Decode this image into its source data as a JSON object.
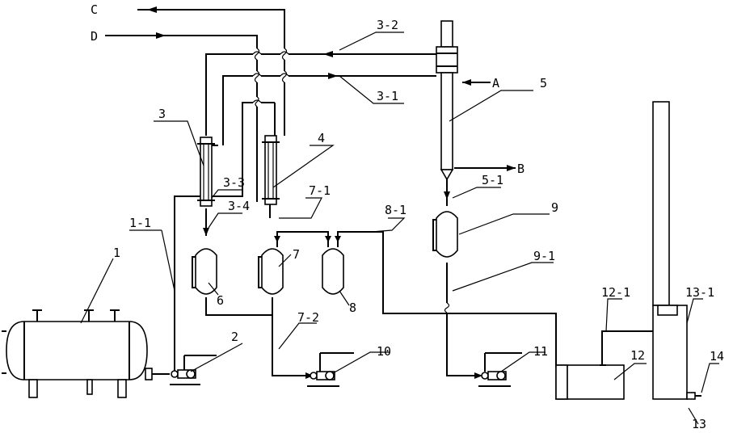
{
  "streams": {
    "C": "C",
    "D": "D",
    "A": "A",
    "B": "B"
  },
  "labels": {
    "l1": "1",
    "l1_1": "1-1",
    "l2": "2",
    "l3": "3",
    "l3_1": "3-1",
    "l3_2": "3-2",
    "l3_3": "3-3",
    "l3_4": "3-4",
    "l4": "4",
    "l5": "5",
    "l5_1": "5-1",
    "l6": "6",
    "l7": "7",
    "l7_1": "7-1",
    "l7_2": "7-2",
    "l8": "8",
    "l8_1": "8-1",
    "l9": "9",
    "l9_1": "9-1",
    "l10": "10",
    "l11": "11",
    "l12": "12",
    "l12_1": "12-1",
    "l13": "13",
    "l13_1": "13-1",
    "l14": "14"
  }
}
